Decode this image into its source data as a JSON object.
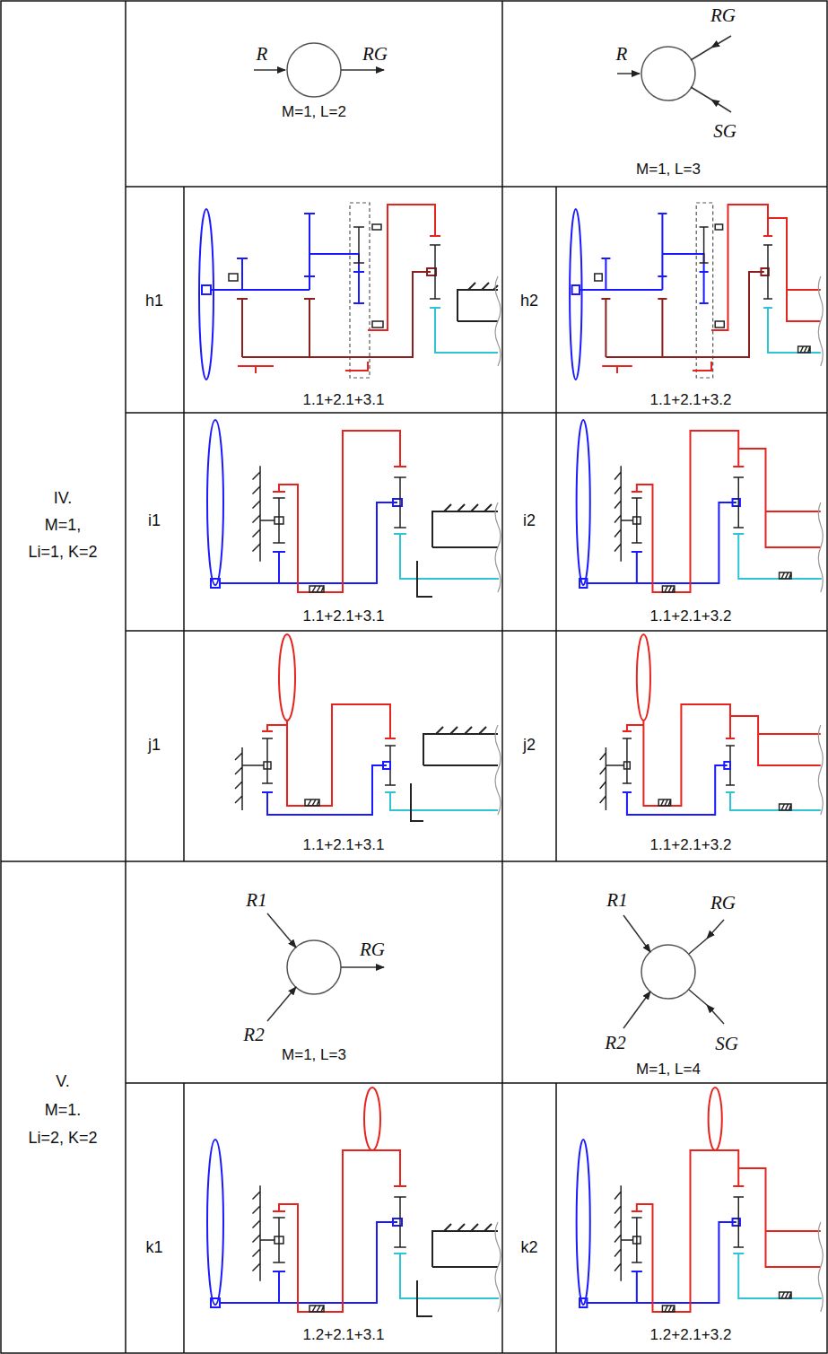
{
  "diagram": {
    "labels": [
      "IV.",
      "M=1,",
      "Li=1, K=2",
      "R",
      "RG",
      "M=1, L=2",
      "R",
      "RG",
      "SG",
      "M=1, L=3",
      "h1",
      "1.1+2.1+3.1",
      "h2",
      "1.1+2.1+3.2",
      "i1",
      "1.1+2.1+3.1",
      "i2",
      "1.1+2.1+3.2",
      "j1",
      "1.1+2.1+3.1",
      "j2",
      "1.1+2.1+3.2",
      "V.",
      "M=1.",
      "Li=2, K=2",
      "R1",
      "R2",
      "RG",
      "M=1, L=3",
      "R1",
      "RG",
      "R2",
      "SG",
      "M=1, L=4",
      "k1",
      "1.2+2.1+3.1",
      "k2",
      "1.2+2.1+3.2"
    ]
  }
}
